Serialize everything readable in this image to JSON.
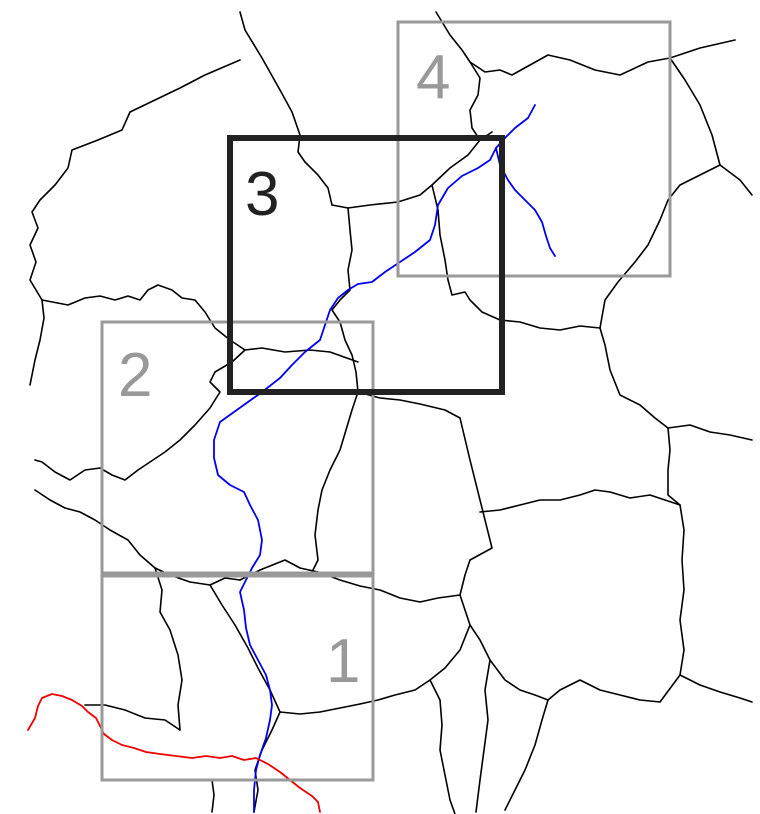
{
  "map": {
    "colors": {
      "background": "#ffffff",
      "boundary": "#000000",
      "river_main": "#0000ee",
      "river_south": "#ee0000",
      "frame_inactive": "#999999",
      "frame_active": "#222222",
      "label_inactive": "#999999",
      "label_active": "#222222"
    },
    "frames": [
      {
        "id": "1",
        "label": "1",
        "active": false
      },
      {
        "id": "2",
        "label": "2",
        "active": false
      },
      {
        "id": "3",
        "label": "3",
        "active": true
      },
      {
        "id": "4",
        "label": "4",
        "active": false
      }
    ]
  }
}
